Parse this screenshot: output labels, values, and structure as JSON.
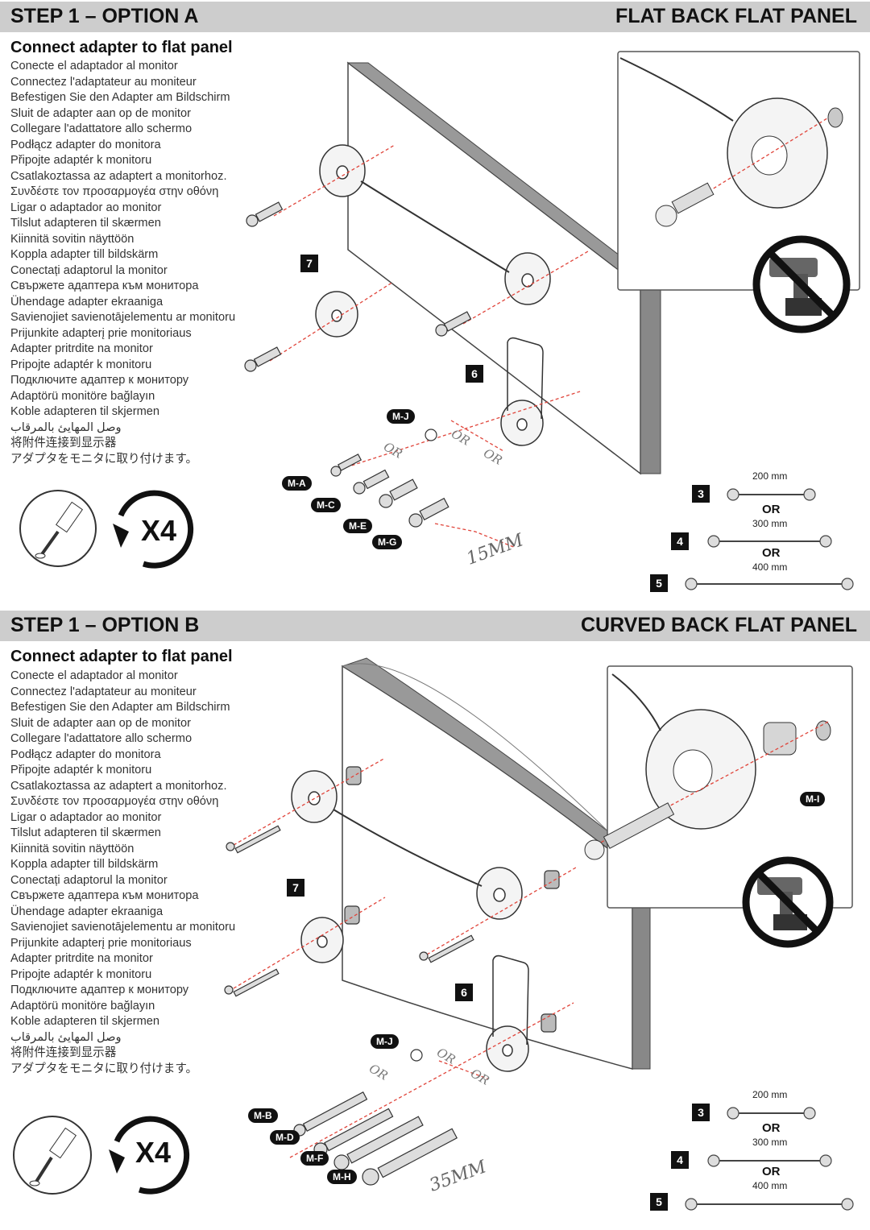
{
  "sections": [
    {
      "step_label": "STEP 1 – OPTION A",
      "type_label": "FLAT BACK FLAT PANEL",
      "subheading": "Connect adapter to flat panel",
      "translations": [
        "Conecte el adaptador al monitor",
        "Connectez l'adaptateur au moniteur",
        "Befestigen Sie den Adapter am Bildschirm",
        "Sluit de adapter aan op de monitor",
        "Collegare l'adattatore allo schermo",
        "Podłącz adapter do monitora",
        "Připojte adaptér k monitoru",
        "Csatlakoztassa az adaptert a monitorhoz.",
        "Συνδέστε τον προσαρμογέα στην οθόνη",
        "Ligar o adaptador ao monitor",
        "Tilslut adapteren til skærmen",
        "Kiinnitä sovitin näyttöön",
        "Koppla adapter till bildskärm",
        "Conectați adaptorul la monitor",
        "Свържете адаптера към монитора",
        "Ühendage adapter ekraaniga",
        "Savienojiet savienotājelementu ar monitoru",
        "Prijunkite adapterį prie monitoriaus",
        "Adapter pritrdite na monitor",
        "Pripojte adaptér k monitoru",
        "Подключите адаптер к монитору",
        "Adaptörü monitöre bağlayın",
        "Koble adapteren til skjermen",
        "وصل المهايئ بالمرقاب",
        "将附件连接到显示器",
        "アダプタをモニタに取り付けます。"
      ],
      "callouts": [
        "7",
        "6"
      ],
      "hardware_tags": [
        "M-J",
        "M-A",
        "M-C",
        "M-E",
        "M-G"
      ],
      "or_marks": [
        "OR",
        "OR",
        "OR"
      ],
      "screw_length": "15MM",
      "quantity": "X4",
      "cables": [
        {
          "number": "3",
          "length": "200 mm"
        },
        {
          "number": "4",
          "length": "300 mm"
        },
        {
          "number": "5",
          "length": "400 mm"
        }
      ],
      "or_label": "OR"
    },
    {
      "step_label": "STEP 1 – OPTION B",
      "type_label": "CURVED BACK FLAT PANEL",
      "subheading": "Connect adapter to flat panel",
      "translations": [
        "Conecte el adaptador al monitor",
        "Connectez l'adaptateur au moniteur",
        "Befestigen Sie den Adapter am Bildschirm",
        "Sluit de adapter aan op de monitor",
        "Collegare l'adattatore allo schermo",
        "Podłącz adapter do monitora",
        "Připojte adaptér k monitoru",
        "Csatlakoztassa az adaptert a monitorhoz.",
        "Συνδέστε τον προσαρμογέα στην οθόνη",
        "Ligar o adaptador ao monitor",
        "Tilslut adapteren til skærmen",
        "Kiinnitä sovitin näyttöön",
        "Koppla adapter till bildskärm",
        "Conectați adaptorul la monitor",
        "Свържете адаптера към монитора",
        "Ühendage adapter ekraaniga",
        "Savienojiet savienotājelementu ar monitoru",
        "Prijunkite adapterį prie monitoriaus",
        "Adapter pritrdite na monitor",
        "Pripojte adaptér k monitoru",
        "Подключите адаптер к монитору",
        "Adaptörü monitöre bağlayın",
        "Koble adapteren til skjermen",
        "وصل المهايئ بالمرقاب",
        "将附件连接到显示器",
        "アダプタをモニタに取り付けます。"
      ],
      "callouts": [
        "7",
        "6"
      ],
      "hardware_tags": [
        "M-J",
        "M-B",
        "M-D",
        "M-F",
        "M-H",
        "M-I"
      ],
      "or_marks": [
        "OR",
        "OR",
        "OR"
      ],
      "screw_length": "35MM",
      "quantity": "X4",
      "cables": [
        {
          "number": "3",
          "length": "200 mm"
        },
        {
          "number": "4",
          "length": "300 mm"
        },
        {
          "number": "5",
          "length": "400 mm"
        }
      ],
      "or_label": "OR"
    }
  ],
  "icons": [
    "screwdriver-icon",
    "rotate-arrow-icon",
    "no-power-drill-icon",
    "cable-icon"
  ],
  "colors": {
    "header_band": "#cdcdcd",
    "dashed_guide": "#e0443a",
    "tag_fill": "#111111"
  }
}
